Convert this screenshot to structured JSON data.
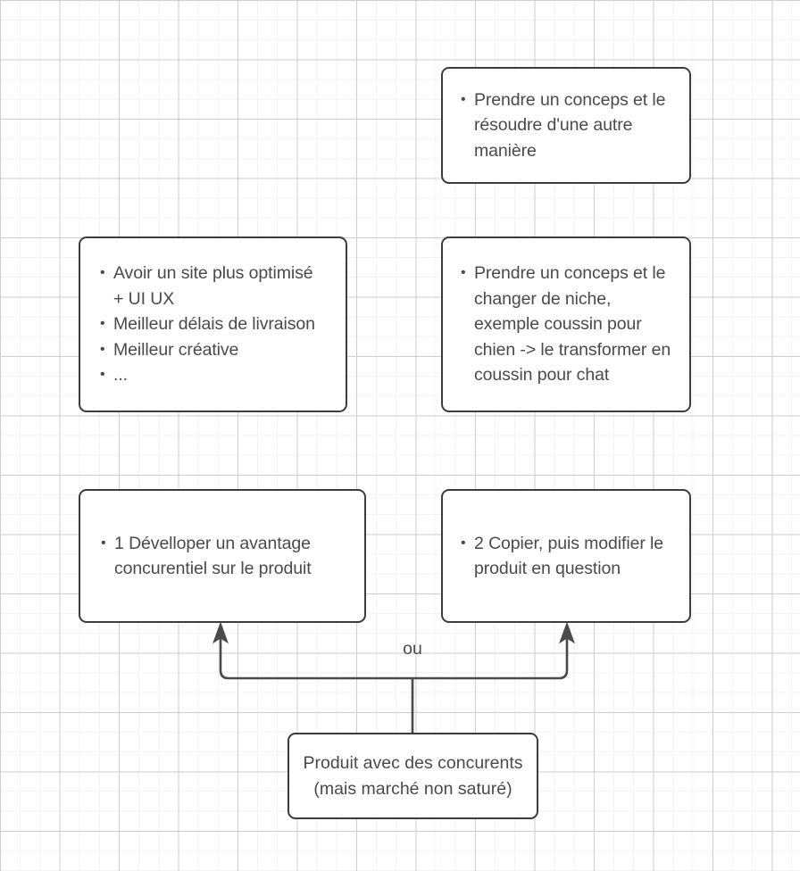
{
  "diagram": {
    "title": "Produit avec des concurents diagram",
    "background": {
      "grid_minor_color": "#f2f2f2",
      "grid_major_color": "#cfcfcf",
      "page_color": "#ffffff"
    },
    "style": {
      "node_border_color": "#3c3c3c",
      "node_fill_color": "#ffffff",
      "text_color": "#4a4a4a",
      "connector_color": "#4a4a4a"
    },
    "nodes": {
      "resoudre": {
        "name": "prendre-concept-resoudre",
        "bullets": [
          "Prendre un conceps et le résoudre d'une autre manière"
        ]
      },
      "avantages": {
        "name": "avantages-list",
        "bullets": [
          "Avoir un site plus optimisé + UI UX",
          "Meilleur délais de livraison",
          "Meilleur créative",
          "..."
        ]
      },
      "niche": {
        "name": "prendre-concept-niche",
        "bullets": [
          "Prendre un conceps et le changer de niche, exemple coussin pour chien -> le transformer en coussin pour chat"
        ]
      },
      "option_1": {
        "name": "option-1",
        "bullets": [
          "1 Dévelloper un avantage concurentiel sur le produit"
        ]
      },
      "option_2": {
        "name": "option-2",
        "bullets": [
          "2 Copier, puis modifier le produit en question"
        ]
      },
      "produit": {
        "name": "produit-root",
        "text": "Produit avec des concurents (mais marché non saturé)"
      }
    },
    "connectors": {
      "branch_label": "ou",
      "arrow_targets": [
        "option-1",
        "option-2"
      ],
      "source": "produit-root"
    }
  }
}
